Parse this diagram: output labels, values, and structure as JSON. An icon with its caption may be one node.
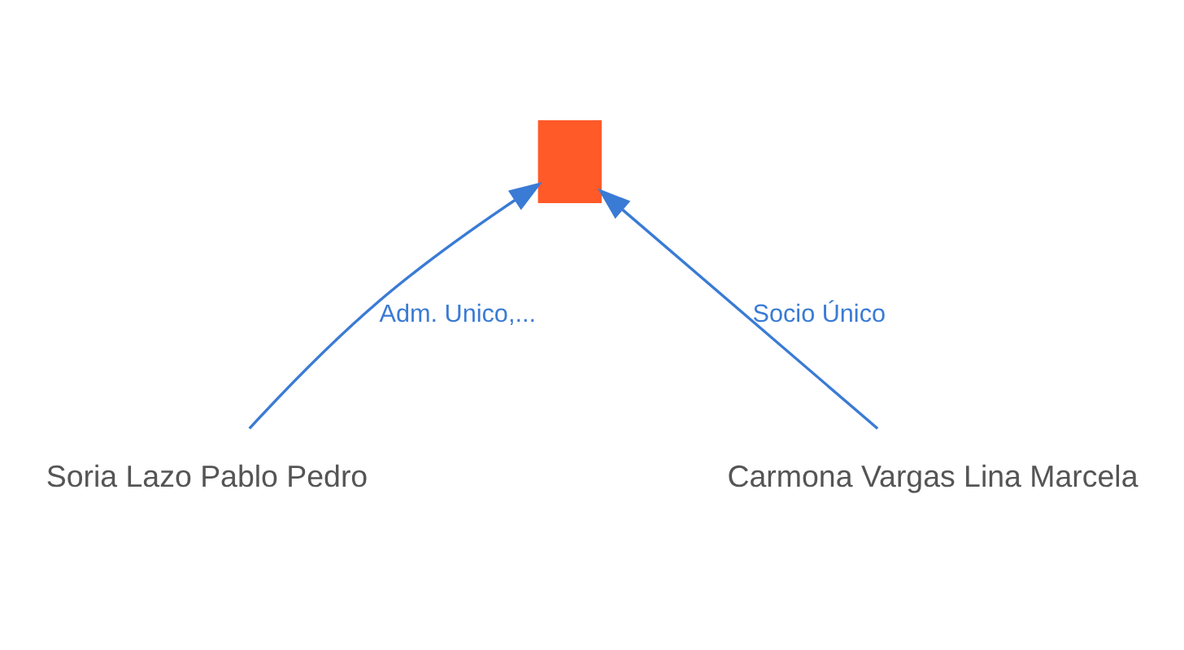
{
  "diagram": {
    "nodes": [
      {
        "text": [],
        "shape": "building"
      },
      {
        "text": [
          "Soria Lazo Pablo Pedro"
        ]
      },
      {
        "text": [
          "Carmona Vargas Lina Marcela"
        ]
      }
    ],
    "edges": [
      {
        "from": 1,
        "to": 0,
        "arrow": "to",
        "label": "Adm. Unico,..."
      },
      {
        "from": 2,
        "to": 0,
        "arrow": "to",
        "label": "Socio Único"
      }
    ]
  }
}
